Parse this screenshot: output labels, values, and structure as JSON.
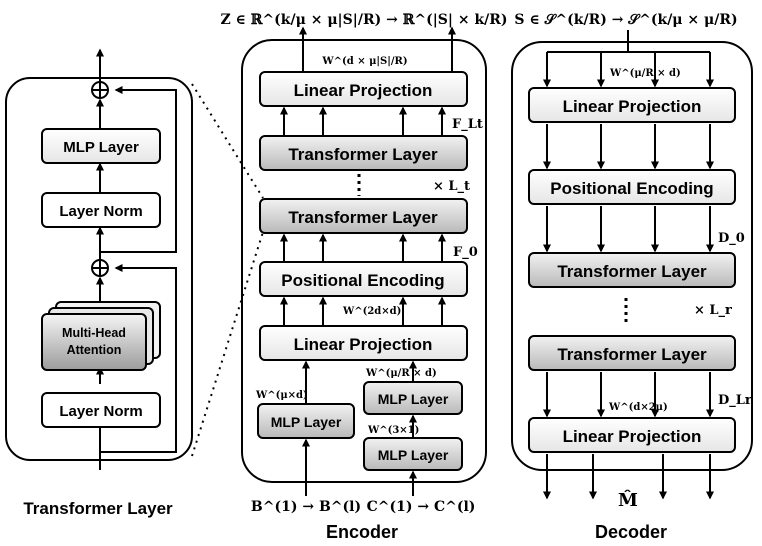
{
  "transformer_layer": {
    "caption": "Transformer Layer",
    "mlp": "MLP Layer",
    "layer_norm_top": "Layer Norm",
    "mha_line1": "Multi-Head",
    "mha_line2": "Attention",
    "layer_norm_bottom": "Layer Norm"
  },
  "encoder": {
    "caption": "Encoder",
    "output_formula": "Z ∈ ℝ^(k/μ × μ|S|/R) → ℝ^(|S| × k/R)",
    "w_out": "W^(d × μ|S|/R)",
    "linear_projection_top": "Linear Projection",
    "f_lt": "F_Lt",
    "transformer_layer_top": "Transformer Layer",
    "repeat": "× L_t",
    "transformer_layer_bottom": "Transformer Layer",
    "f_0": "F_0",
    "positional_encoding": "Positional Encoding",
    "w_2d": "W^(2d×d)",
    "linear_projection_bottom": "Linear Projection",
    "w_mu_d": "W^(μ×d)",
    "mlp_left": "MLP Layer",
    "w_mu_r": "W^(μ/R × d)",
    "mlp_right_top": "MLP Layer",
    "w_3x1": "W^(3×1)",
    "mlp_right_bottom": "MLP Layer",
    "input_b": "B^(1) → B^(l)",
    "input_c": "C^(1) → C^(l)"
  },
  "decoder": {
    "caption": "Decoder",
    "input_formula": "S ∈ 𝒮^(k/R) → 𝒮^(k/μ × μ/R)",
    "w_in": "W^(μ/R × d)",
    "linear_projection_top": "Linear Projection",
    "positional_encoding": "Positional Encoding",
    "d_0": "D_0",
    "transformer_layer_top": "Transformer Layer",
    "repeat": "× L_r",
    "transformer_layer_bottom": "Transformer Layer",
    "w_out": "W^(d×2μ)",
    "d_lr": "D_Lr",
    "linear_projection_bottom": "Linear Projection",
    "output": "M̂"
  }
}
